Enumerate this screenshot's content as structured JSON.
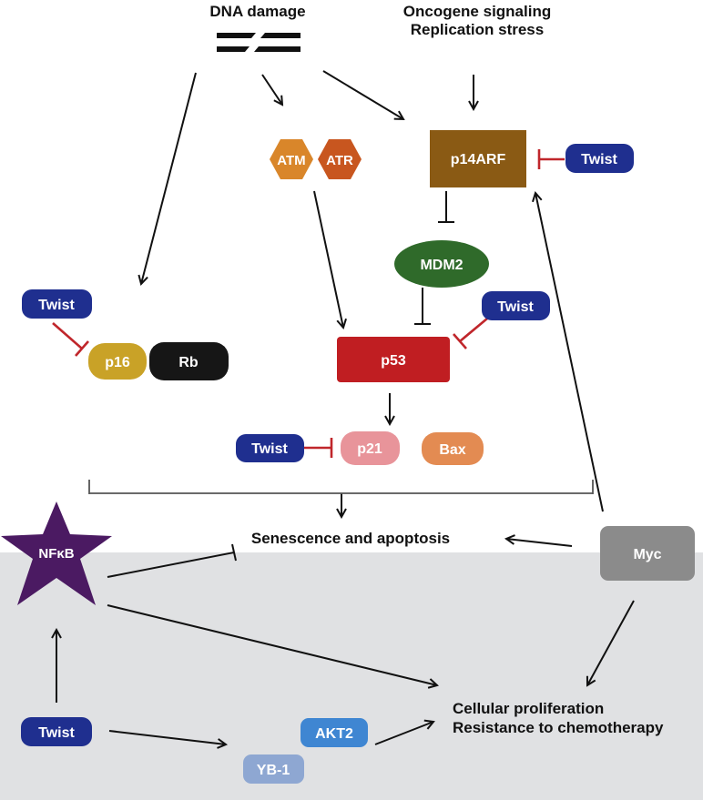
{
  "labels": {
    "dna_damage": "DNA damage",
    "oncogene_signaling": "Oncogene signaling",
    "replication_stress": "Replication stress",
    "senescence": "Senescence and apoptosis",
    "proliferation": "Cellular proliferation",
    "resistance": "Resistance to chemotherapy"
  },
  "nodes": {
    "atm": "ATM",
    "atr": "ATR",
    "p14arf": "p14ARF",
    "twist_p14arf": "Twist",
    "mdm2": "MDM2",
    "twist_p16": "Twist",
    "p16": "p16",
    "rb": "Rb",
    "twist_p53": "Twist",
    "p53": "p53",
    "twist_p21": "Twist",
    "p21": "p21",
    "bax": "Bax",
    "nfkb": "NFκB",
    "myc": "Myc",
    "twist_bottom": "Twist",
    "akt2": "AKT2",
    "yb1": "YB-1"
  },
  "colors": {
    "twist": "#1f2f8f",
    "atm": "#d9862a",
    "atr": "#c8561f",
    "p14arf": "#8a5a14",
    "mdm2": "#2f6a2a",
    "p16": "#c9a227",
    "rb": "#161616",
    "p53": "#c01e22",
    "p21": "#e8949a",
    "bax": "#e38b52",
    "nfkb": "#4b1a62",
    "myc": "#8b8b8b",
    "akt2": "#3f86d2",
    "yb1": "#8ea7d2",
    "inhibit": "#c0262b",
    "background_lower": "#e0e1e3"
  }
}
